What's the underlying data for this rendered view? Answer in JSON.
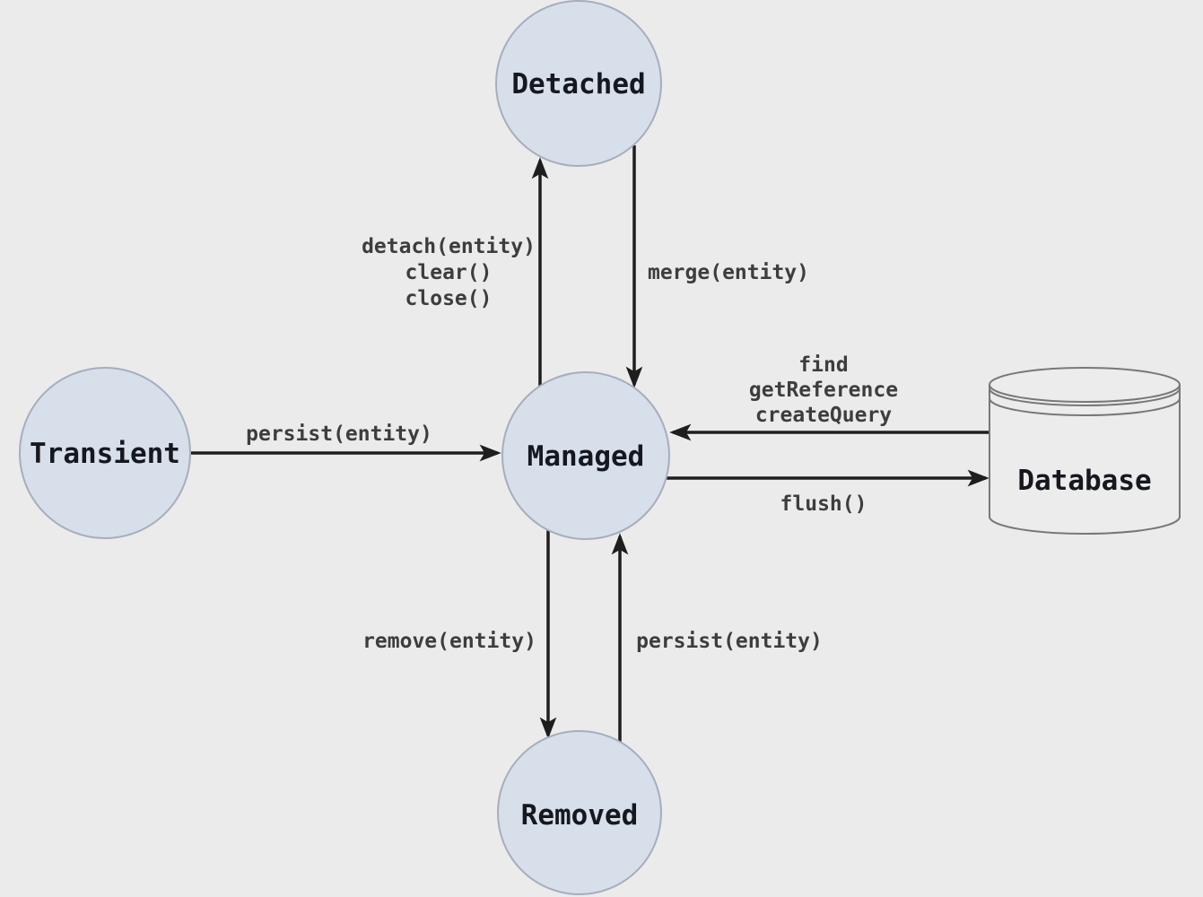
{
  "colors": {
    "background": "#ebebec",
    "node-fill": "#d7dfeb",
    "node-stroke": "#a6aebc",
    "node-label": "#15181e",
    "arrow": "#1e1e1e",
    "edge-label": "#3d3d3d",
    "cylinder-fill": "#ececec",
    "cylinder-stroke": "#787878"
  },
  "nodes": {
    "detached": {
      "label": "Detached"
    },
    "transient": {
      "label": "Transient"
    },
    "managed": {
      "label": "Managed"
    },
    "removed": {
      "label": "Removed"
    },
    "database": {
      "label": "Database"
    }
  },
  "edges": {
    "detach": {
      "lines": [
        "detach(entity)",
        "clear()",
        "close()"
      ],
      "from": "managed",
      "to": "detached"
    },
    "merge": {
      "label": "merge(entity)",
      "from": "detached",
      "to": "managed"
    },
    "persist_from_transient": {
      "label": "persist(entity)",
      "from": "transient",
      "to": "managed"
    },
    "find": {
      "lines": [
        "find",
        "getReference",
        "createQuery"
      ],
      "from": "database",
      "to": "managed"
    },
    "flush": {
      "label": "flush()",
      "from": "managed",
      "to": "database"
    },
    "remove": {
      "label": "remove(entity)",
      "from": "managed",
      "to": "removed"
    },
    "persist_from_removed": {
      "label": "persist(entity)",
      "from": "removed",
      "to": "managed"
    }
  }
}
